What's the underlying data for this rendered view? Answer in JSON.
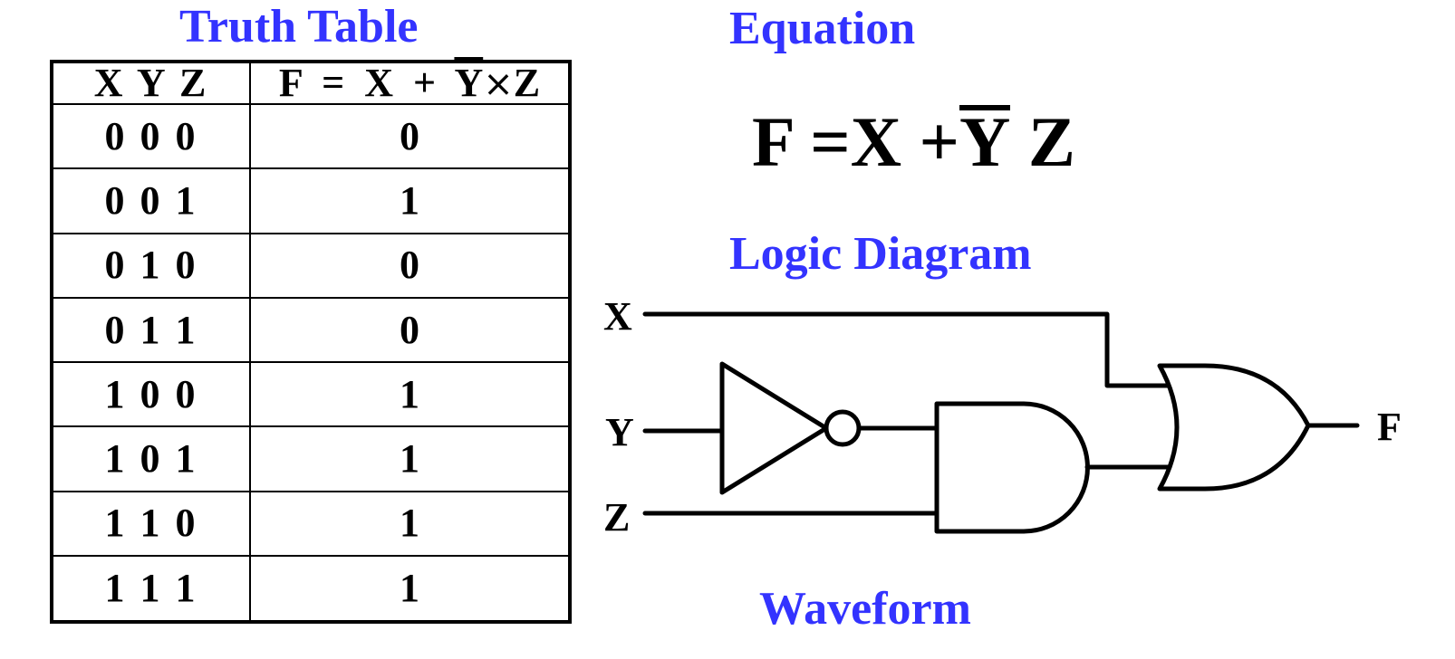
{
  "headings": {
    "truth_table": "Truth Table",
    "equation": "Equation",
    "logic_diagram": "Logic Diagram",
    "waveform": "Waveform"
  },
  "truth_table": {
    "header_inputs": "X Y Z",
    "header_output": {
      "prefix": "F  =  X  +  ",
      "y": "Y",
      "times": "×",
      "z": "Z"
    },
    "rows": [
      {
        "inputs": "0 0 0",
        "output": "0"
      },
      {
        "inputs": "0 0 1",
        "output": "1"
      },
      {
        "inputs": "0 1 0",
        "output": "0"
      },
      {
        "inputs": "0 1 1",
        "output": "0"
      },
      {
        "inputs": "1 0 0",
        "output": "1"
      },
      {
        "inputs": "1 0 1",
        "output": "1"
      },
      {
        "inputs": "1 1 0",
        "output": "1"
      },
      {
        "inputs": "1 1 1",
        "output": "1"
      }
    ]
  },
  "equation": {
    "lhs": "F =",
    "x_plus": "X +",
    "y": "Y",
    "z": "Z"
  },
  "logic_diagram": {
    "inputs": [
      "X",
      "Y",
      "Z"
    ],
    "output": "F",
    "gates": [
      "not-gate",
      "and-gate",
      "or-gate"
    ]
  }
}
